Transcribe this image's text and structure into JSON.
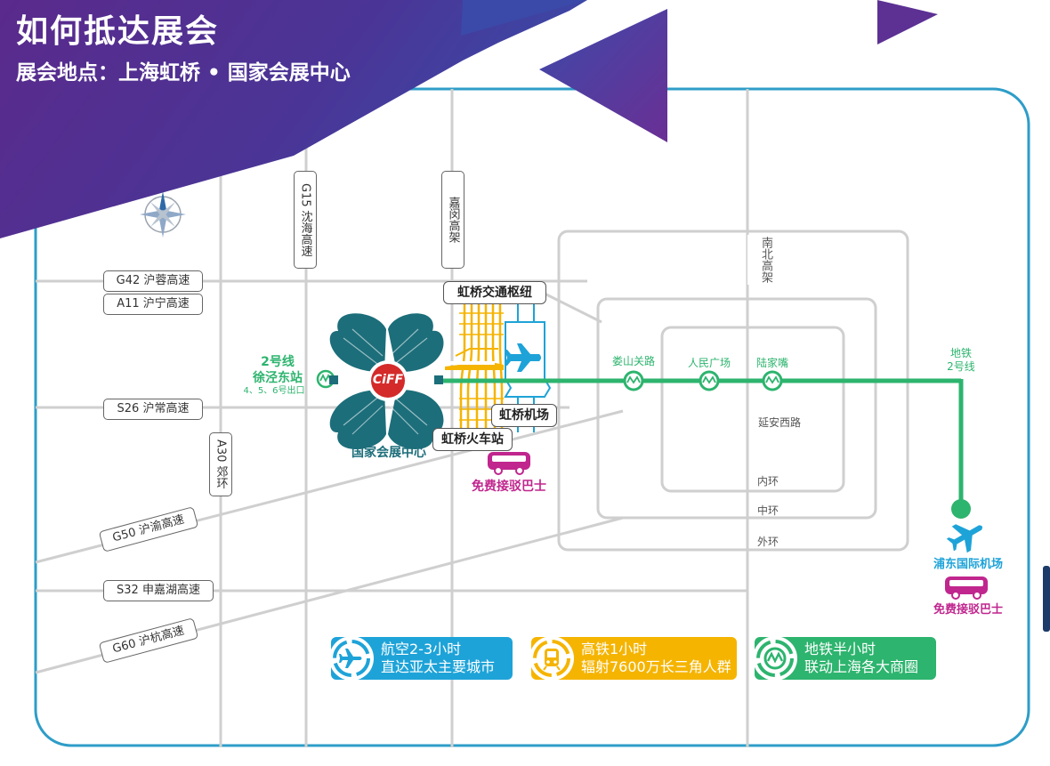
{
  "header": {
    "title": "如何抵达展会",
    "subtitle": "展会地点：上海虹桥 • 国家会展中心"
  },
  "roads": {
    "g42": "G42 沪蓉高速",
    "a11": "A11 沪宁高速",
    "s26": "S26 沪常高速",
    "g50": "G50 沪渝高速",
    "s32": "S32 申嘉湖高速",
    "g60": "G60 沪杭高速",
    "g15": "G15 沈海高速",
    "a30": "A30 郊环",
    "jiamin": "嘉闵高架",
    "nanbei": "南北高架",
    "yanan": "延安西路",
    "inner": "内环",
    "middle": "中环",
    "outer": "外环"
  },
  "places": {
    "hub": "虹桥交通枢纽",
    "airport": "虹桥机场",
    "railway": "虹桥火车站",
    "venue": "国家会展中心",
    "venue_logo": "CiFF",
    "shuttle": "免费接驳巴士",
    "pudong": "浦东国际机场",
    "pudong_shuttle": "免费接驳巴士"
  },
  "metro": {
    "line_label": "2号线",
    "station": "徐泾东站",
    "exits": "4、5、6号出口",
    "stops": [
      "娄山关路",
      "人民广场",
      "陆家嘴"
    ],
    "right_label_1": "地铁",
    "right_label_2": "2号线"
  },
  "badges": [
    {
      "icon": "airplane-icon",
      "line1": "航空2-3小时",
      "line2": "直达亚太主要城市",
      "color": "#1ea3d8"
    },
    {
      "icon": "train-icon",
      "line1": "高铁1小时",
      "line2": "辐射7600万长三角人群",
      "color": "#f5b400"
    },
    {
      "icon": "metro-icon",
      "line1": "地铁半小时",
      "line2": "联动上海各大商圈",
      "color": "#2db46e"
    }
  ],
  "colors": {
    "metro": "#2db46e",
    "rail": "#f5b400",
    "shuttle": "#c0268e",
    "airport": "#1ea3d8",
    "venue": "#1c6e7a",
    "border": "#2e9dc8",
    "road": "#c8c8c8"
  }
}
